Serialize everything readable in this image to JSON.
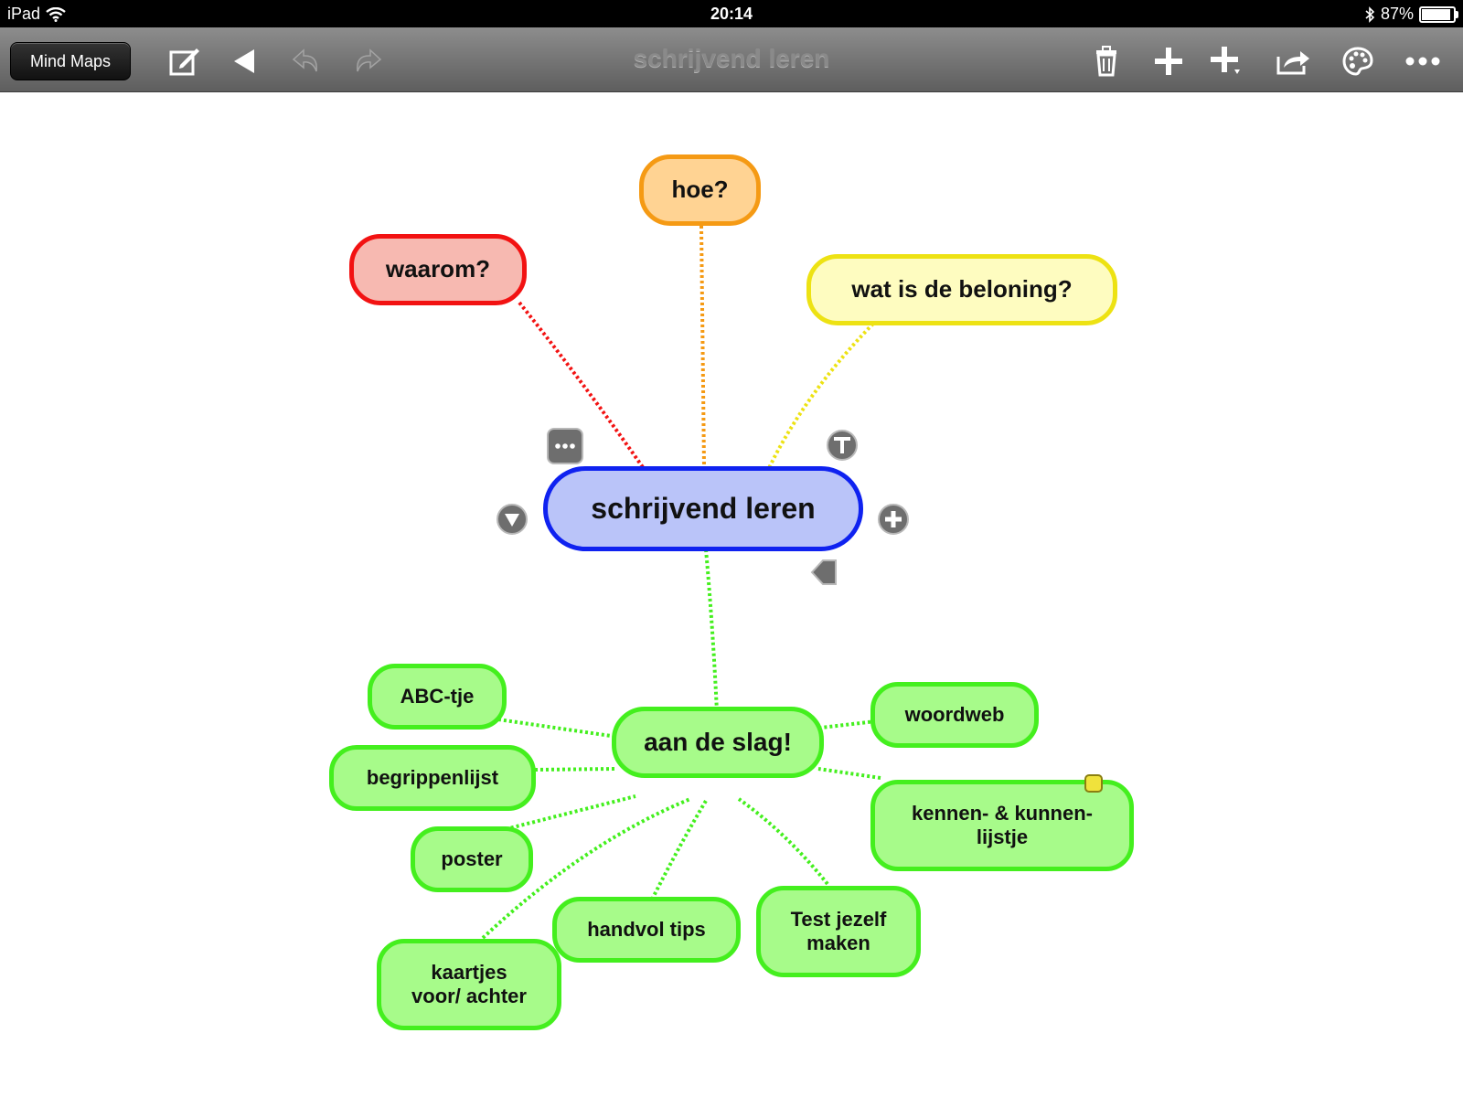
{
  "status_bar": {
    "device": "iPad",
    "time": "20:14",
    "battery_text": "87%",
    "battery_level": 0.87
  },
  "toolbar": {
    "back_label": "Mind Maps",
    "title": "schrijvend leren",
    "icons": [
      "edit-icon",
      "play-back-icon",
      "undo-icon",
      "redo-icon",
      "trash-icon",
      "add-child-icon",
      "add-sibling-icon",
      "share-icon",
      "palette-icon",
      "more-icon"
    ]
  },
  "mindmap": {
    "center": {
      "label": "schrijvend leren",
      "color": "#0f22f0"
    },
    "branches": {
      "waarom": "waarom?",
      "hoe": "hoe?",
      "beloning": "wat is de beloning?",
      "slag": "aan de slag!"
    },
    "subtopics": {
      "abc": "ABC-tje",
      "begrippen": "begrippenlijst",
      "poster": "poster",
      "kaartjes_1": "kaartjes",
      "kaartjes_2": "voor/ achter",
      "tips": "handvol tips",
      "test_1": "Test jezelf",
      "test_2": "maken",
      "woordweb": "woordweb",
      "kennen_1": "kennen- & kunnen-",
      "kennen_2": "lijstje"
    },
    "colors": {
      "red": "#f21212",
      "orange": "#f59a14",
      "yellow": "#ede213",
      "blue": "#0f22f0",
      "green": "#44ef1e"
    }
  }
}
